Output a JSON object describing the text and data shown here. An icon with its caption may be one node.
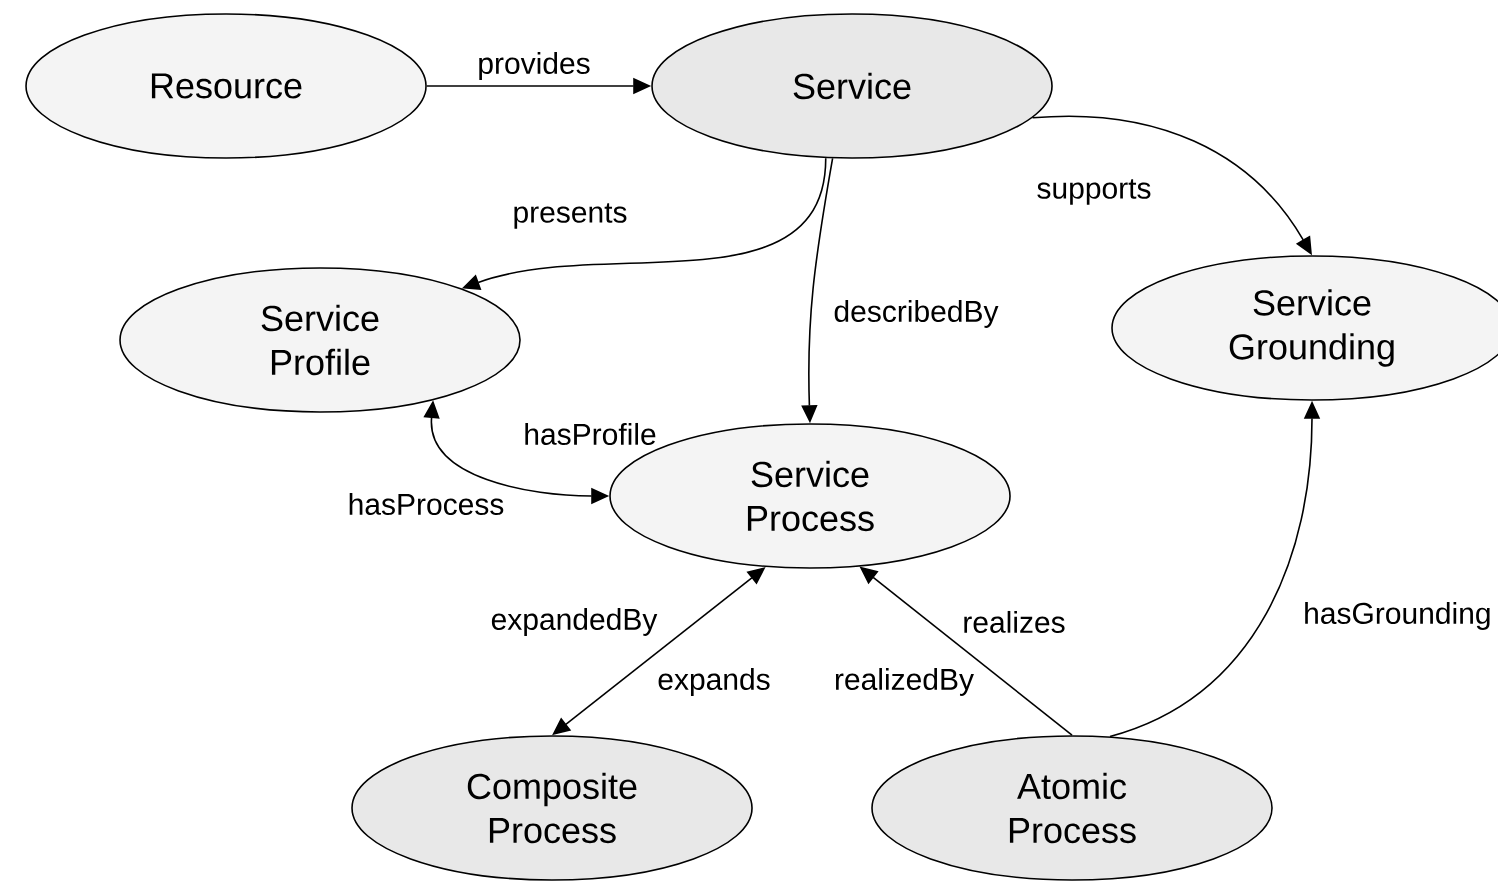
{
  "diagram": {
    "nodes": [
      {
        "text": [
          "Resource"
        ]
      },
      {
        "text": [
          "Service"
        ]
      },
      {
        "text": [
          "Service Profile"
        ]
      },
      {
        "text": [
          "Service Grounding"
        ]
      },
      {
        "text": [
          "Service Process"
        ]
      },
      {
        "text": [
          "Composite Process"
        ]
      },
      {
        "text": [
          "Atomic Process"
        ]
      }
    ],
    "edges": [
      {
        "from": 0,
        "to": 1,
        "arrow": "to",
        "label": "provides"
      },
      {
        "from": 1,
        "to": 2,
        "arrow": "to",
        "label": "presents"
      },
      {
        "from": 1,
        "to": 4,
        "arrow": "to",
        "label": "describedBy"
      },
      {
        "from": 1,
        "to": 3,
        "arrow": "to",
        "label": "supports"
      },
      {
        "from": 2,
        "to": 4,
        "arrow": "both",
        "label": "hasProfile"
      },
      {
        "from": 5,
        "to": 4,
        "arrow": "both",
        "label": "expandedBy"
      },
      {
        "from": 6,
        "to": 4,
        "arrow": "to",
        "label": "realizes"
      },
      {
        "from": 6,
        "to": 3,
        "arrow": "to",
        "label": "hasGrounding"
      }
    ],
    "labels": [
      "hasProcess",
      "expands",
      "realizedBy"
    ]
  }
}
